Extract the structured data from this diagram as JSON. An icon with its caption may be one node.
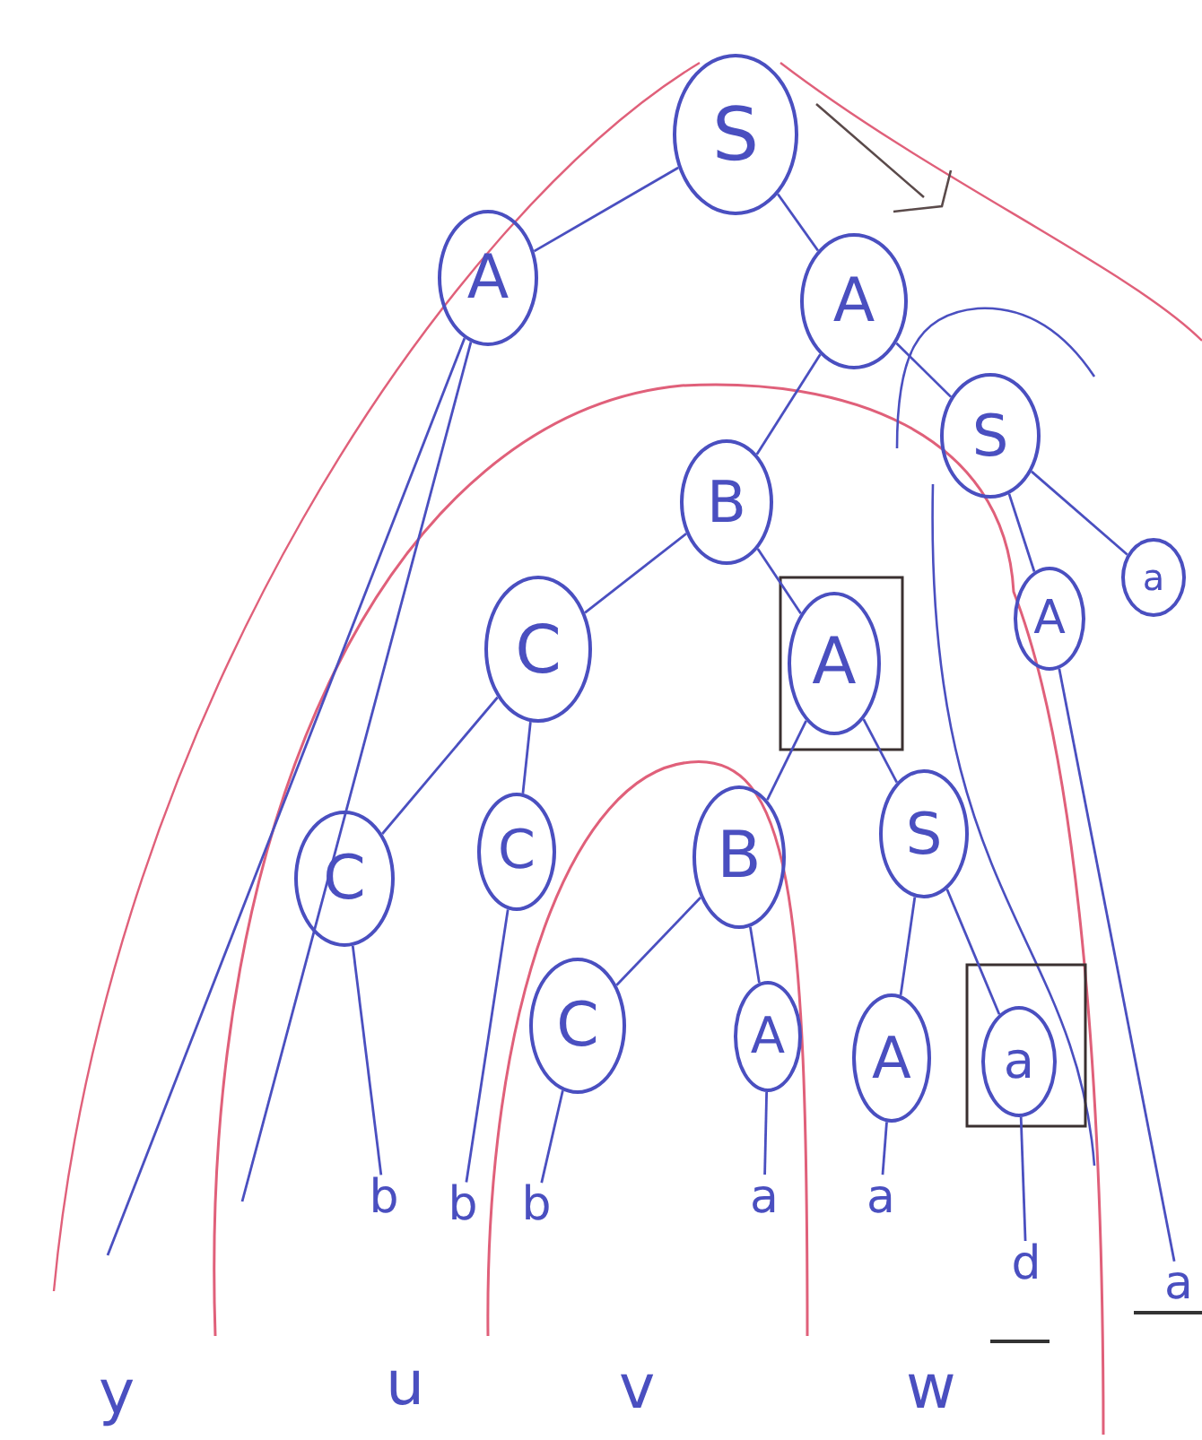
{
  "diagram": {
    "nodes": [
      {
        "text": [
          "S"
        ]
      },
      {
        "text": [
          "A"
        ]
      },
      {
        "text": [
          "A"
        ]
      },
      {
        "text": [
          "S"
        ]
      },
      {
        "text": [
          "B"
        ]
      },
      {
        "text": [
          "A"
        ]
      },
      {
        "text": [
          "a"
        ]
      },
      {
        "text": [
          "C"
        ]
      },
      {
        "text": [
          "A"
        ]
      },
      {
        "text": [
          "C"
        ]
      },
      {
        "text": [
          "C"
        ]
      },
      {
        "text": [
          "B"
        ]
      },
      {
        "text": [
          "S"
        ]
      },
      {
        "text": [
          "C"
        ]
      },
      {
        "text": [
          "A"
        ]
      },
      {
        "text": [
          "A"
        ]
      },
      {
        "text": [
          "a"
        ]
      },
      {
        "text": [
          "b"
        ]
      },
      {
        "text": [
          "b"
        ]
      },
      {
        "text": [
          "b"
        ]
      },
      {
        "text": [
          "a"
        ]
      },
      {
        "text": [
          "a"
        ]
      },
      {
        "text": [
          "d"
        ]
      },
      {
        "text": [
          "a"
        ]
      }
    ],
    "edges": [
      {
        "from": 0,
        "to": 1,
        "arrow": "none"
      },
      {
        "from": 0,
        "to": 2,
        "arrow": "none"
      },
      {
        "from": 2,
        "to": 4,
        "arrow": "none"
      },
      {
        "from": 2,
        "to": 3,
        "arrow": "none"
      },
      {
        "from": 3,
        "to": 5,
        "arrow": "none"
      },
      {
        "from": 3,
        "to": 6,
        "arrow": "none"
      },
      {
        "from": 4,
        "to": 7,
        "arrow": "none"
      },
      {
        "from": 4,
        "to": 8,
        "arrow": "none"
      },
      {
        "from": 7,
        "to": 9,
        "arrow": "none"
      },
      {
        "from": 7,
        "to": 10,
        "arrow": "none"
      },
      {
        "from": 8,
        "to": 11,
        "arrow": "none"
      },
      {
        "from": 8,
        "to": 12,
        "arrow": "none"
      },
      {
        "from": 11,
        "to": 13,
        "arrow": "none"
      },
      {
        "from": 11,
        "to": 14,
        "arrow": "none"
      },
      {
        "from": 12,
        "to": 15,
        "arrow": "none"
      },
      {
        "from": 12,
        "to": 16,
        "arrow": "none"
      },
      {
        "from": 9,
        "to": 17,
        "arrow": "none"
      },
      {
        "from": 10,
        "to": 18,
        "arrow": "none"
      },
      {
        "from": 13,
        "to": 19,
        "arrow": "none"
      },
      {
        "from": 14,
        "to": 20,
        "arrow": "none"
      },
      {
        "from": 15,
        "to": 21,
        "arrow": "none"
      },
      {
        "from": 16,
        "to": 22,
        "arrow": "none"
      },
      {
        "from": 5,
        "to": 23,
        "arrow": "none"
      },
      {
        "from": 1,
        "to": null,
        "arrow": "none"
      },
      {
        "from": 1,
        "to": null,
        "arrow": "none"
      }
    ],
    "labels": [
      "y",
      "u",
      "v",
      "w"
    ]
  }
}
